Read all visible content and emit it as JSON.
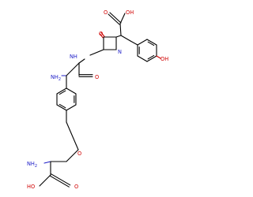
{
  "colors": {
    "background": "#ffffff",
    "bond": "#000000",
    "oxygen": "#d00000",
    "nitrogen": "#2020c8"
  },
  "atom_labels": {
    "acid_top_oh": "OH",
    "acid_top_o": "O",
    "phenol_oh": "OH",
    "lactam_o": "O",
    "lactam_n": "N",
    "amide_nh": "NH",
    "amide_o": "O",
    "alpha_nh2": "NH2",
    "ether_o": "O",
    "bottom_nh2": "NH2",
    "acid_bottom_oh": "HO",
    "acid_bottom_o": "O"
  }
}
